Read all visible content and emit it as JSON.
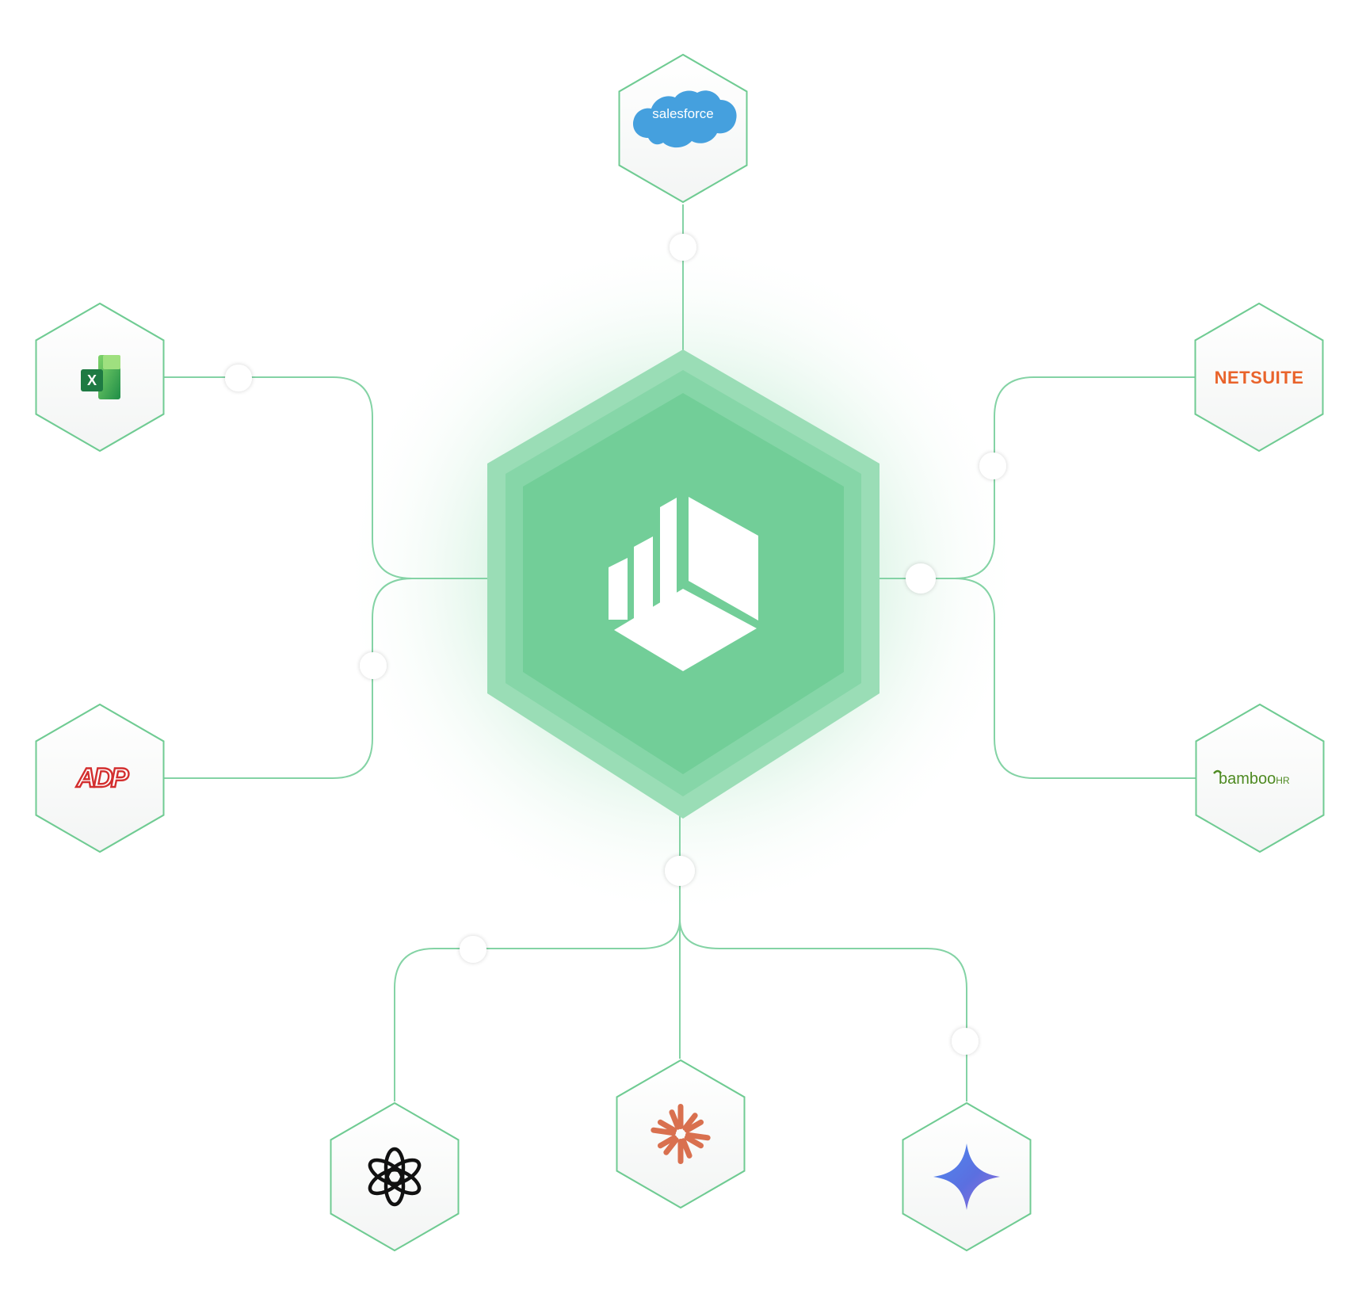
{
  "hub": {
    "icon": "analytics-cube-icon"
  },
  "nodes": [
    {
      "id": "salesforce",
      "label": "salesforce",
      "icon": "salesforce-cloud-icon",
      "color": "#45A0DE"
    },
    {
      "id": "netsuite",
      "label": "NETSUITE",
      "icon": "netsuite-wordmark",
      "color": "#E9632B"
    },
    {
      "id": "excel",
      "label": "X",
      "icon": "excel-icon",
      "color": "#1E7A43"
    },
    {
      "id": "adp",
      "label": "ADP",
      "icon": "adp-logo-icon",
      "color": "#D32F2F"
    },
    {
      "id": "bamboohr",
      "label": "bamboo",
      "label_suffix": "HR",
      "icon": "bamboohr-wordmark",
      "color": "#4E8A22"
    },
    {
      "id": "openai",
      "label": "",
      "icon": "openai-knot-icon",
      "color": "#111111"
    },
    {
      "id": "claude",
      "label": "",
      "icon": "claude-starburst-icon",
      "color": "#D9704F"
    },
    {
      "id": "gemini",
      "label": "",
      "icon": "gemini-sparkle-icon",
      "color": "#4A7BE0"
    }
  ],
  "colors": {
    "hub_fill": "#72CE98",
    "hub_ring": "#9ADDB6",
    "node_stroke": "#6FCB93",
    "connector": "#84D3A5",
    "glow": "#7ED8A0"
  }
}
